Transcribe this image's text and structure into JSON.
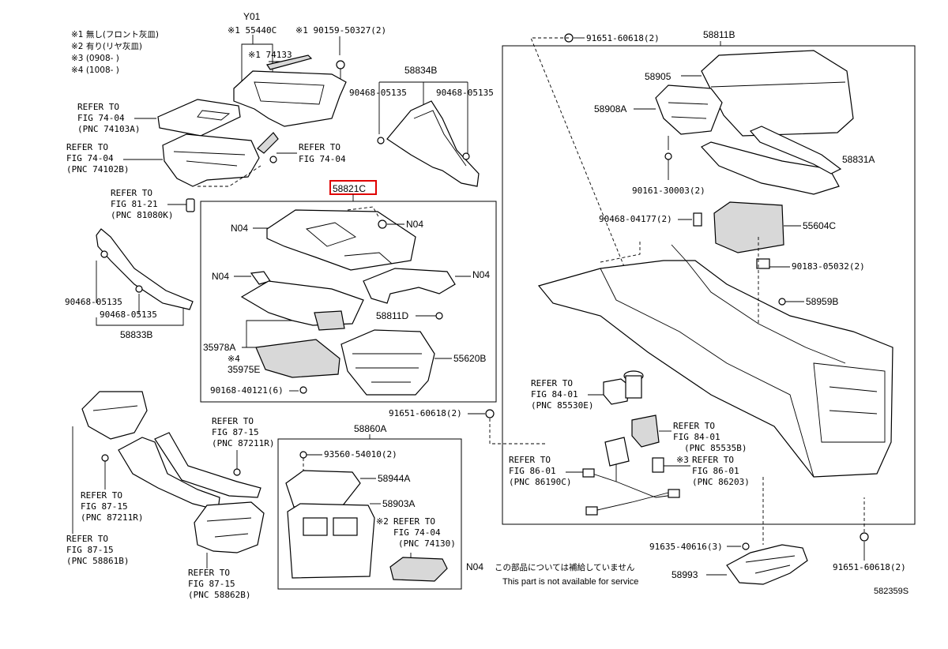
{
  "diagram_id": "582359S",
  "notes": {
    "n1": "※1 無し(フロント灰皿)",
    "n2": "※2 有り(リヤ灰皿)",
    "n3": "※3 (0908-     )",
    "n4": "※4 (1008-     )"
  },
  "legend": {
    "code": "N04",
    "jp": "この部品については補給していません",
    "en": "This part is not available for service"
  },
  "refer_to": "REFER TO",
  "refs": [
    {
      "fig": "FIG 74-04",
      "pnc": "(PNC 74103A)"
    },
    {
      "fig": "FIG 74-04",
      "pnc": "(PNC 74102B)"
    },
    {
      "fig": "FIG 74-04",
      "pnc": ""
    },
    {
      "fig": "FIG 81-21",
      "pnc": "(PNC 81080K)"
    },
    {
      "fig": "FIG 87-15",
      "pnc": "(PNC 87211R)"
    },
    {
      "fig": "FIG 87-15",
      "pnc": "(PNC 87211R)"
    },
    {
      "fig": "FIG 87-15",
      "pnc": "(PNC 58861B)"
    },
    {
      "fig": "FIG 87-15",
      "pnc": "(PNC 58862B)"
    },
    {
      "fig": "FIG 74-04",
      "pnc": "(PNC 74130)",
      "prefix": "※2"
    },
    {
      "fig": "FIG 84-01",
      "pnc": "(PNC 85530E)"
    },
    {
      "fig": "FIG 84-01",
      "pnc": "(PNC 85535B)"
    },
    {
      "fig": "FIG 86-01",
      "pnc": "(PNC 86190C)"
    },
    {
      "fig": "FIG 86-01",
      "pnc": "(PNC 86203)",
      "prefix": "※3"
    }
  ],
  "labels": {
    "y01": "Y01",
    "p55440c": "※1 55440C",
    "p190159": "※1 90159-50327(2)",
    "p174133": "※1 74133",
    "p58834b": "58834B",
    "p90468a": "90468-05135",
    "p90468b": "90468-05135",
    "p58821c": "58821C",
    "n04a": "N04",
    "n04b": "N04",
    "n04c": "N04",
    "n04d": "N04",
    "p58811d": "58811D",
    "p35978a": "35978A",
    "p35975e": "35975E",
    "n4mark": "※4",
    "p55620b": "55620B",
    "p90168": "90168-40121(6)",
    "p90468c": "90468-05135",
    "p90468d": "90468-05135",
    "p58833b": "58833B",
    "p58811b": "58811B",
    "p91651a": "91651-60618(2)",
    "p58905": "58905",
    "p58908a": "58908A",
    "p58831a": "58831A",
    "p90161": "90161-30003(2)",
    "p90468e": "90468-04177(2)",
    "p55604c": "55604C",
    "p90183": "90183-05032(2)",
    "p58959b": "58959B",
    "p91651b": "91651-60618(2)",
    "p58860a": "58860A",
    "p93560": "93560-54010(2)",
    "p58944a": "58944A",
    "p58903a": "58903A",
    "p91635": "91635-40616(3)",
    "p58993": "58993",
    "p91651c": "91651-60618(2)"
  }
}
